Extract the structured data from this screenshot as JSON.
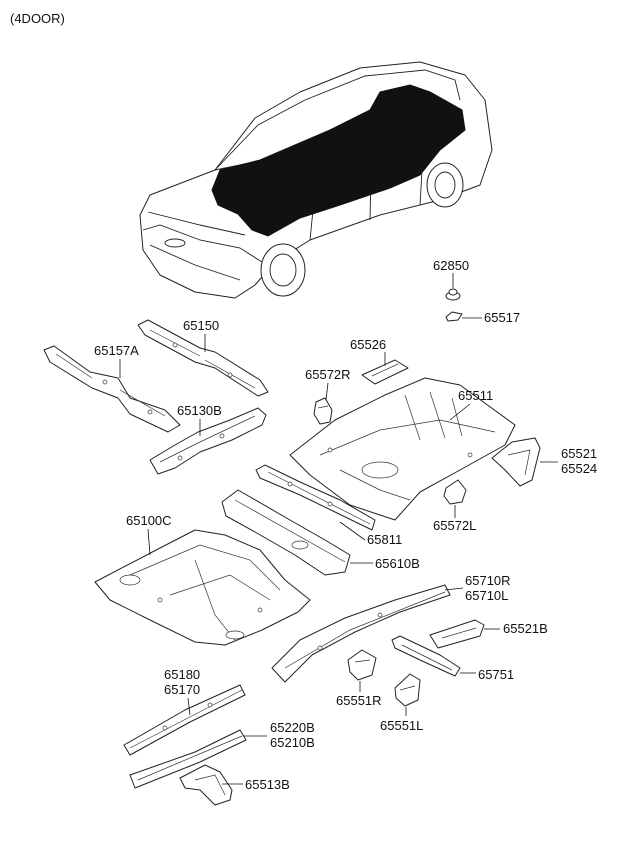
{
  "title": "(4DOOR)",
  "labels": {
    "p62850": "62850",
    "p65517": "65517",
    "p65150": "65150",
    "p65157A": "65157A",
    "p65526": "65526",
    "p65572R": "65572R",
    "p65511": "65511",
    "p65130B": "65130B",
    "p65521": "65521",
    "p65524": "65524",
    "p65572L": "65572L",
    "p65100C": "65100C",
    "p65811": "65811",
    "p65610B": "65610B",
    "p65710R": "65710R",
    "p65710L": "65710L",
    "p65521B": "65521B",
    "p65751": "65751",
    "p65180": "65180",
    "p65170": "65170",
    "p65551R": "65551R",
    "p65551L": "65551L",
    "p65220B": "65220B",
    "p65210B": "65210B",
    "p65513B": "65513B"
  }
}
